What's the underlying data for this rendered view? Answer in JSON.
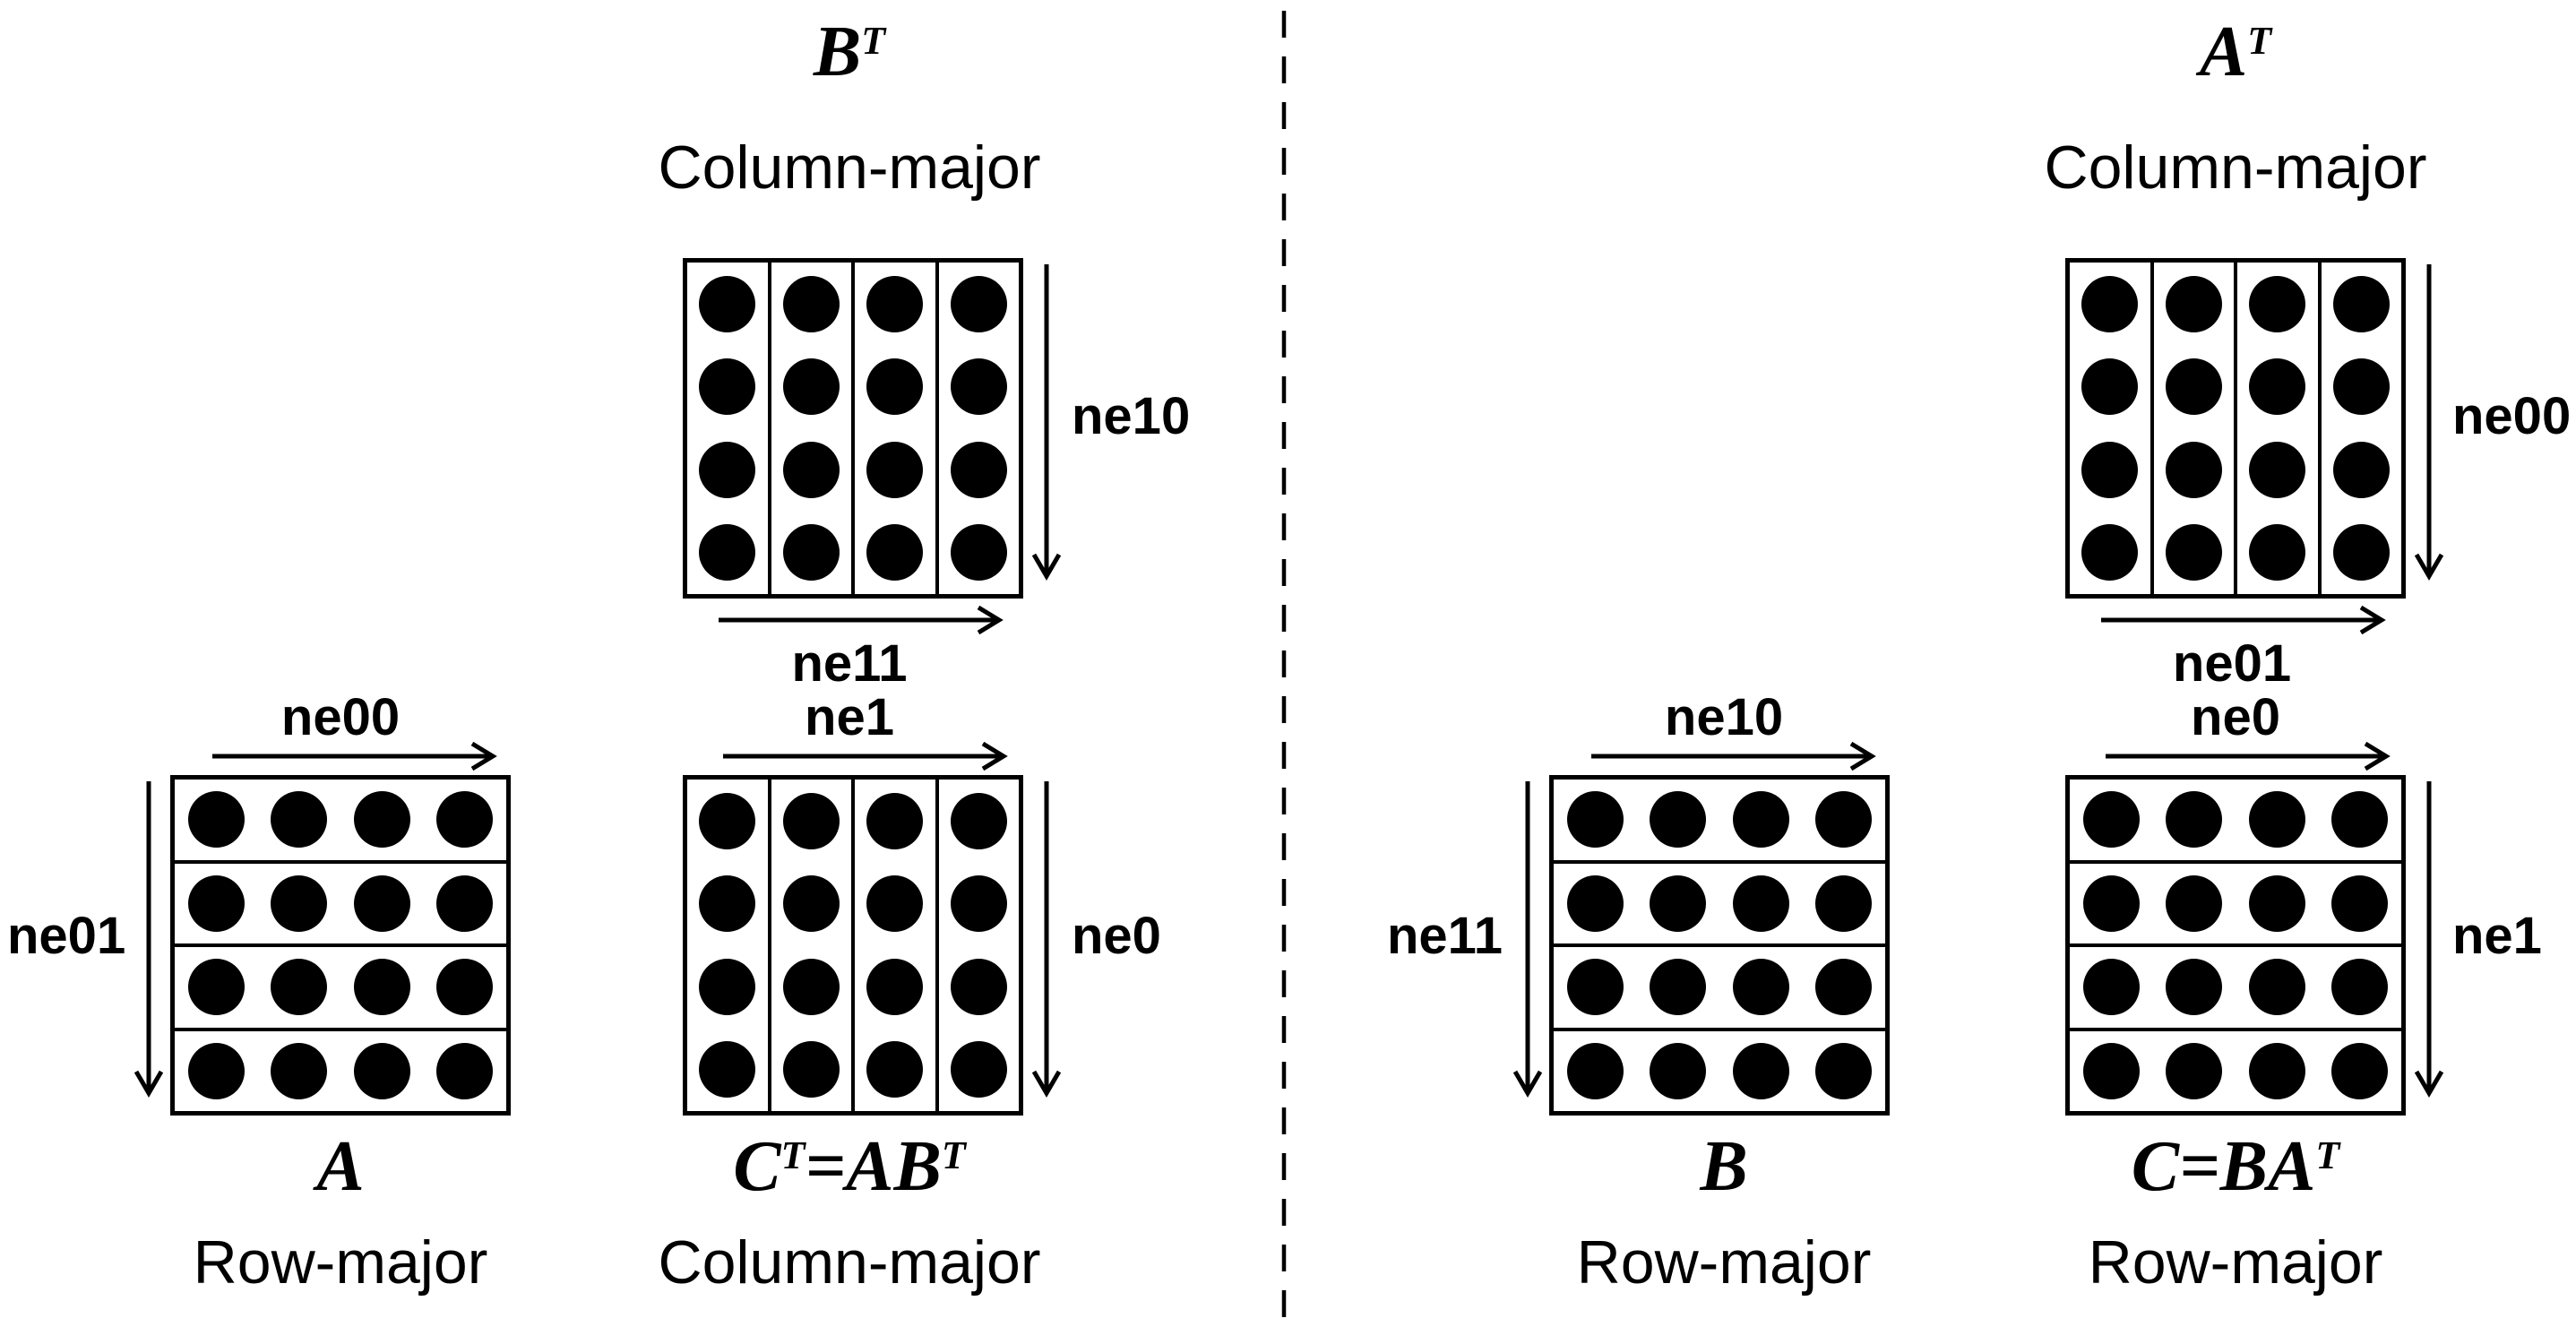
{
  "colors": {
    "ink": "#000000",
    "background": "#ffffff"
  },
  "panels": {
    "left": {
      "top_matrix": {
        "title": {
          "seg1_base": "B",
          "seg1_sup": "T",
          "seg2_base": "",
          "seg2_sup": ""
        },
        "storage": "Column-major",
        "grid": {
          "orientation": "column",
          "rows": 4,
          "cols": 4
        },
        "labels": {
          "right": "ne10",
          "bottom": "ne11"
        }
      },
      "bottom_left_matrix": {
        "title": {
          "seg1_base": "A",
          "seg1_sup": "",
          "seg2_base": "",
          "seg2_sup": ""
        },
        "storage": "Row-major",
        "grid": {
          "orientation": "row",
          "rows": 4,
          "cols": 4
        },
        "labels": {
          "top": "ne00",
          "left": "ne01"
        }
      },
      "bottom_right_matrix": {
        "title": {
          "seg1_base": "C",
          "seg1_sup": "T",
          "seg2_base": "=AB",
          "seg2_sup": "T"
        },
        "storage": "Column-major",
        "grid": {
          "orientation": "column",
          "rows": 4,
          "cols": 4
        },
        "labels": {
          "top": "ne1",
          "right": "ne0"
        }
      }
    },
    "right": {
      "top_matrix": {
        "title": {
          "seg1_base": "A",
          "seg1_sup": "T",
          "seg2_base": "",
          "seg2_sup": ""
        },
        "storage": "Column-major",
        "grid": {
          "orientation": "column",
          "rows": 4,
          "cols": 4
        },
        "labels": {
          "right": "ne00",
          "bottom": "ne01"
        }
      },
      "bottom_left_matrix": {
        "title": {
          "seg1_base": "B",
          "seg1_sup": "",
          "seg2_base": "",
          "seg2_sup": ""
        },
        "storage": "Row-major",
        "grid": {
          "orientation": "row",
          "rows": 4,
          "cols": 4
        },
        "labels": {
          "top": "ne10",
          "left": "ne11"
        }
      },
      "bottom_right_matrix": {
        "title": {
          "seg1_base": "C=BA",
          "seg1_sup": "T",
          "seg2_base": "",
          "seg2_sup": ""
        },
        "storage": "Row-major",
        "grid": {
          "orientation": "row",
          "rows": 4,
          "cols": 4
        },
        "labels": {
          "top": "ne0",
          "right": "ne1"
        }
      }
    }
  }
}
